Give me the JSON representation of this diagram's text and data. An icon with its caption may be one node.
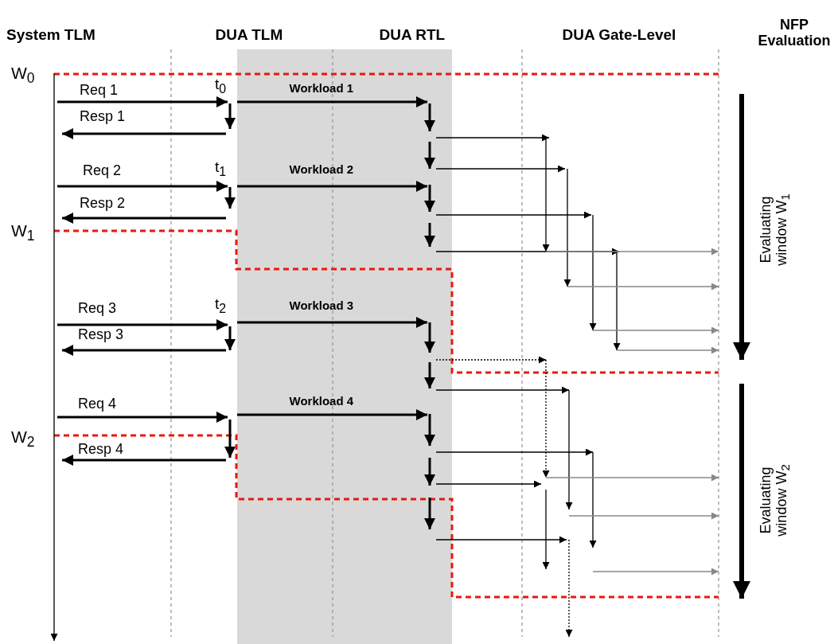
{
  "diagram": {
    "labels": [
      "System TLM",
      "DUA TLM",
      "DUA RTL",
      "DUA Gate-Level",
      "NFP Evaluation",
      "W$_{0}$",
      "Req 1",
      "t$_{0}$",
      "Workload 1",
      "Resp 1",
      "Req 2",
      "t$_{1}$",
      "Workload 2",
      "Resp 2",
      "W$_{1}$",
      "Evaluating window W$_{1}$",
      "Req 3",
      "t$_{2}$",
      "Workload 3",
      "Resp 3",
      "Req 4",
      "Workload 4",
      "W$_{2}$",
      "Resp 4",
      "Evaluating window W$_{2}$"
    ]
  }
}
